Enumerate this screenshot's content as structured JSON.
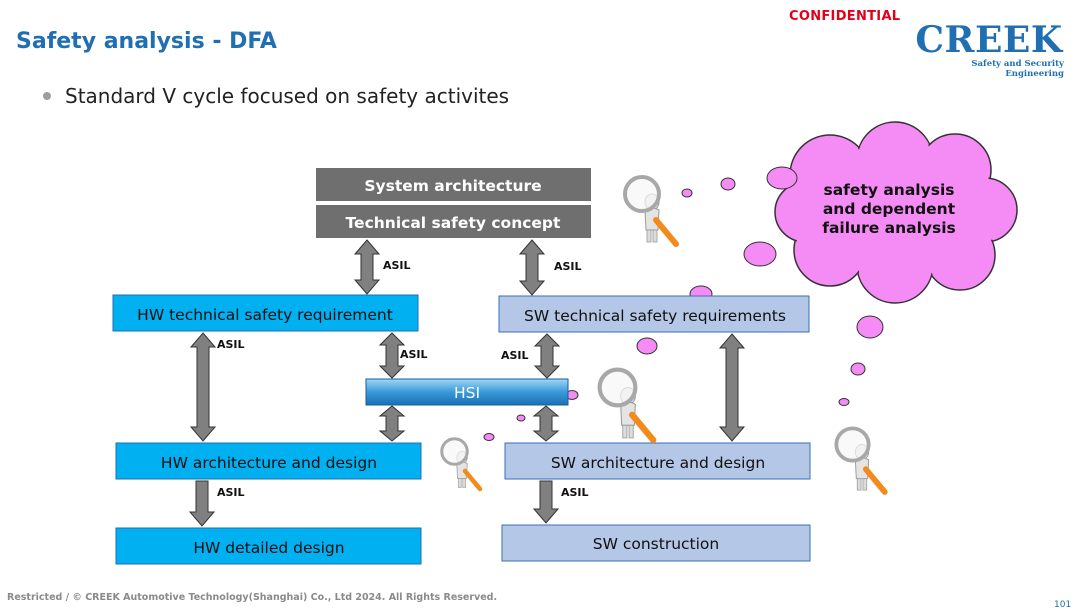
{
  "header": {
    "title": "Safety analysis - DFA",
    "confidential": "CONFIDENTIAL",
    "logo": {
      "word": "CREEK",
      "tagline": "Safety and Security Engineering"
    }
  },
  "bullet": "Standard V cycle focused on safety activites",
  "diagram": {
    "boxes": {
      "system_architecture": "System architecture",
      "technical_safety_concept": "Technical safety concept",
      "hw_tsr": "HW technical safety requirement",
      "sw_tsr": "SW technical safety requirements",
      "hsi": "HSI",
      "hw_arch": "HW architecture and design",
      "sw_arch": "SW architecture and design",
      "hw_detailed": "HW detailed design",
      "sw_construction": "SW construction"
    },
    "asil_label": "ASIL",
    "cloud_text": [
      "safety analysis",
      "and dependent",
      "failure analysis"
    ]
  },
  "footer": {
    "copyright": "Restricted / © CREEK Automotive Technology(Shanghai) Co., Ltd 2024. All Rights Reserved.",
    "page_number": "101"
  },
  "colors": {
    "title_blue": "#1f6fb2",
    "confidential_red": "#e2001a",
    "gray_box": "#6f6f6f",
    "hw_box": "#00b0f0",
    "sw_box": "#b4c7e7",
    "cloud_pink": "#f58cf5",
    "arrow_gray": "#808080",
    "magnifier_orange": "#f28a1c"
  }
}
